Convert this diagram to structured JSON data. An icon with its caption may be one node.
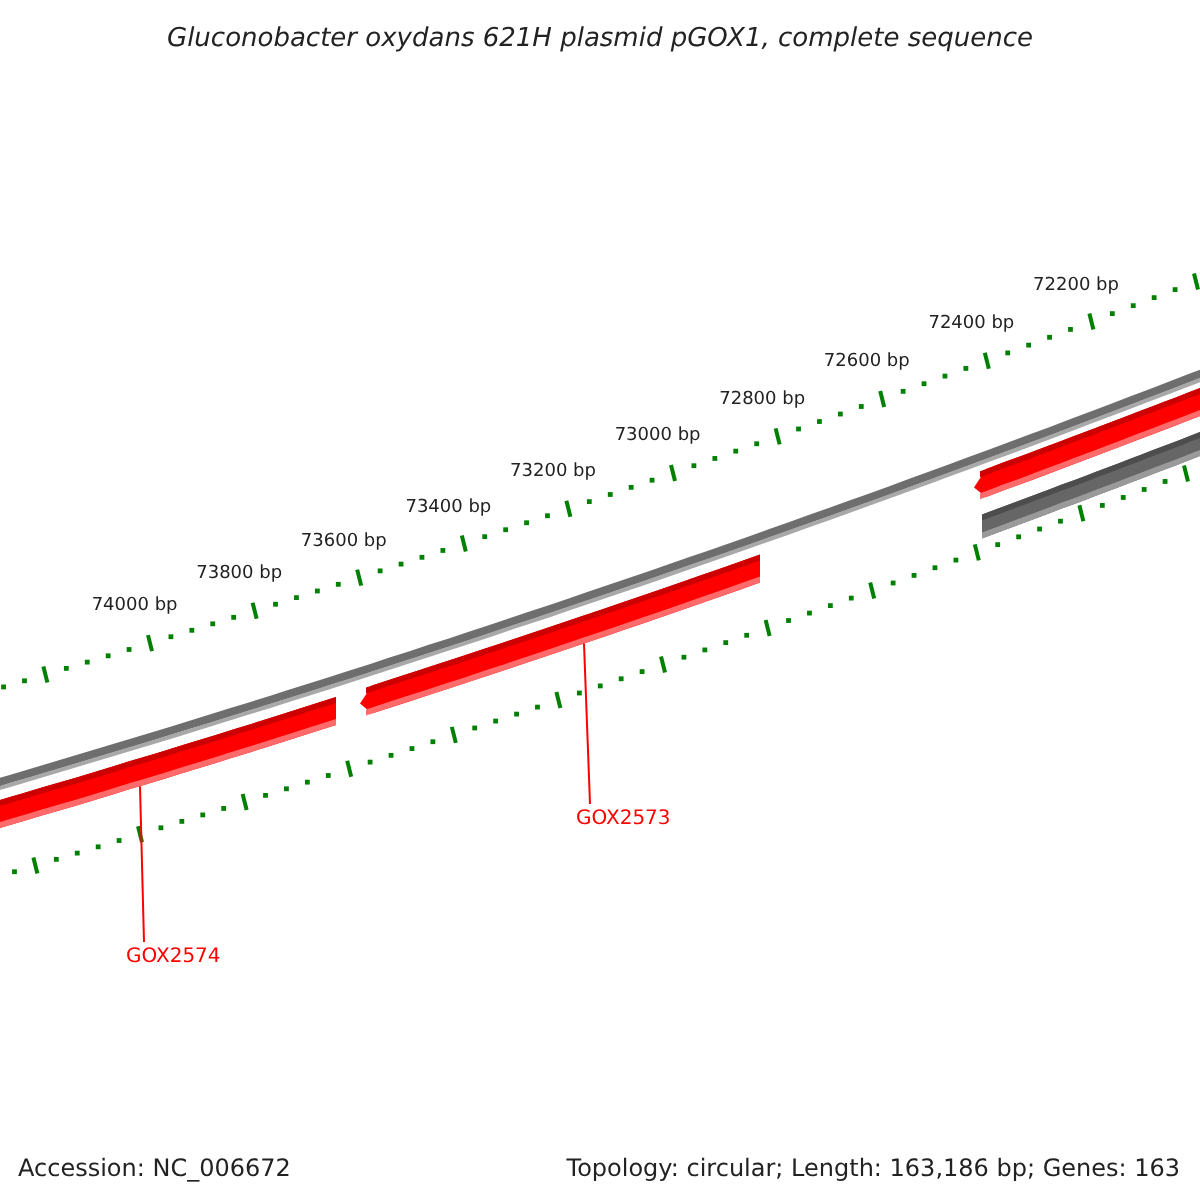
{
  "diagram": {
    "title": "Gluconobacter oxydans 621H plasmid pGOX1, complete sequence",
    "nodes": [
      {
        "text": [],
        "shape": "bar"
      },
      {
        "text": [],
        "shape": "bar"
      },
      {
        "text": [],
        "shape": "bar"
      },
      {
        "text": [],
        "shape": "bar"
      },
      {
        "text": [
          "GOX2573"
        ]
      },
      {
        "text": [
          "GOX2574"
        ]
      }
    ],
    "edges": [
      {
        "from": 4,
        "to": 1,
        "arrow": "none"
      },
      {
        "from": 5,
        "to": 0,
        "arrow": "none"
      }
    ],
    "labels": [
      "72200 bp",
      "72400 bp",
      "72600 bp",
      "72800 bp",
      "73000 bp",
      "73200 bp",
      "73400 bp",
      "73600 bp",
      "73800 bp",
      "74000 bp",
      "Accession: NC_006672",
      "Topology: circular; Length: 163,186 bp; Genes: 163"
    ]
  }
}
